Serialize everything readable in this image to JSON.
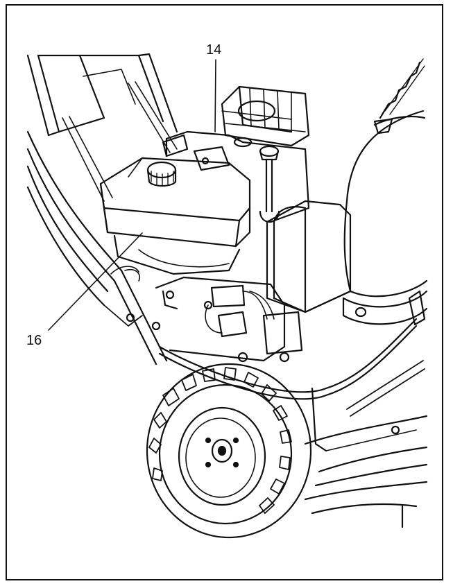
{
  "callouts": {
    "part_14": "14",
    "part_16": "16"
  },
  "colors": {
    "ink": "#111111",
    "paper": "#ffffff"
  },
  "icons": [
    "snowblower-engine-illustration"
  ]
}
